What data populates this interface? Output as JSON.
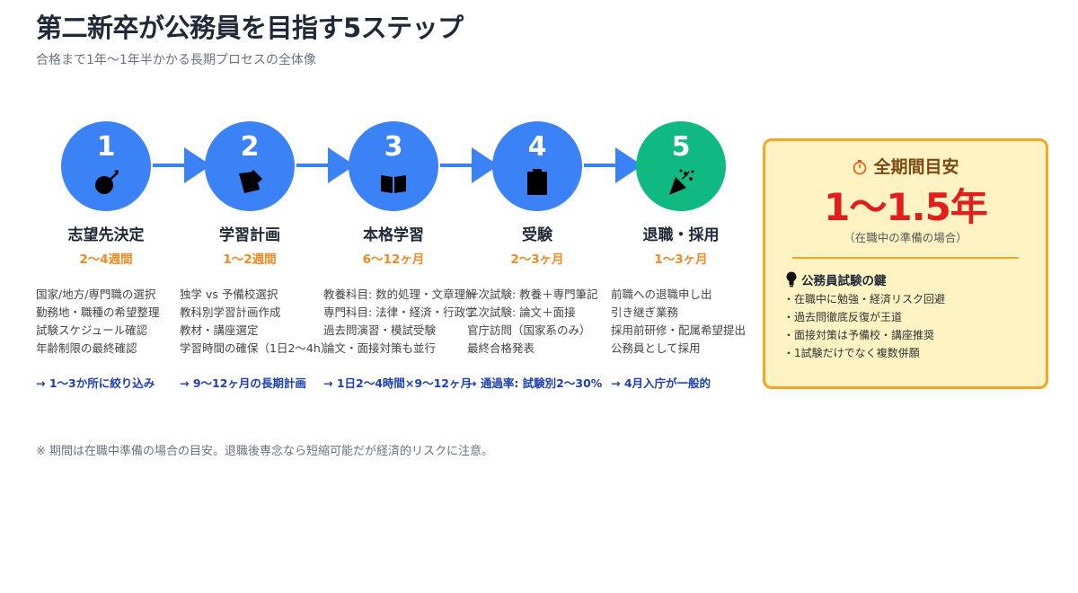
{
  "header": {
    "title": "第二新卒が公務員を目指す5ステップ",
    "subtitle": "合格まで1年〜1年半かかる長期プロセスの全体像"
  },
  "steps": [
    {
      "number": "1",
      "icon": "target-icon",
      "title": "志望先決定",
      "duration": "2〜4週間",
      "bullets": [
        "国家/地方/専門職の選択",
        "勤務地・職種の希望整理",
        "試験スケジュール確認",
        "年齢制限の最終確認"
      ],
      "note": "→ 1〜3か所に絞り込み"
    },
    {
      "number": "2",
      "icon": "memo-icon",
      "title": "学習計画",
      "duration": "1〜2週間",
      "bullets": [
        "独学 vs 予備校選択",
        "教科別学習計画作成",
        "教材・講座選定",
        "学習時間の確保（1日2〜4h）"
      ],
      "note": "→ 9〜12ヶ月の長期計画"
    },
    {
      "number": "3",
      "icon": "book-icon",
      "title": "本格学習",
      "duration": "6〜12ヶ月",
      "bullets": [
        "教養科目: 数的処理・文章理解",
        "専門科目: 法律・経済・行政学",
        "過去問演習・模試受験",
        "論文・面接対策も並行"
      ],
      "note": "→ 1日2〜4時間×9〜12ヶ月"
    },
    {
      "number": "4",
      "icon": "clipboard-icon",
      "title": "受験",
      "duration": "2〜3ヶ月",
      "bullets": [
        "一次試験: 教養＋専門筆記",
        "二次試験: 論文＋面接",
        "官庁訪問（国家系のみ）",
        "最終合格発表"
      ],
      "note": "→ 通過率: 試験別2〜30%"
    },
    {
      "number": "5",
      "icon": "party-popper-icon",
      "title": "退職・採用",
      "duration": "1〜3ヶ月",
      "bullets": [
        "前職への退職申し出",
        "引き継ぎ業務",
        "採用前研修・配属希望提出",
        "公務員として採用"
      ],
      "note": "→ 4月入庁が一般的"
    }
  ],
  "summary": {
    "heading": "全期間目安",
    "big_value": "1〜1.5年",
    "condition": "（在職中の準備の場合）",
    "keys_title": "公務員試験の鍵",
    "keys": [
      "・在職中に勉強・経済リスク回避",
      "・過去問徹底反復が王道",
      "・面接対策は予備校・講座推奨",
      "・1試験だけでなく複数併願"
    ]
  },
  "footnote": "※ 期間は在職中準備の場合の目安。退職後専念なら短縮可能だが経済的リスクに注意。",
  "colors": {
    "step_blue": "#3b82f6",
    "step_final_green": "#10b981",
    "duration_orange": "#f08a24",
    "note_navy": "#1e40af",
    "panel_fill": "#fff3c4",
    "panel_border": "#f5a623",
    "big_red": "#e11d1d"
  }
}
